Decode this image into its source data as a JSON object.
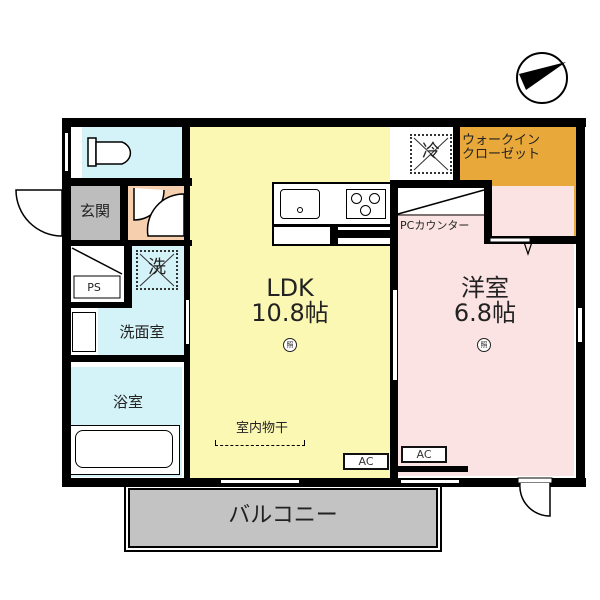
{
  "floorplan": {
    "compass": {
      "icon": "north-arrow-icon",
      "direction": "east-northeast"
    },
    "rooms": {
      "ldk": {
        "name": "LDK",
        "size": "10.8帖",
        "light_mark": "照"
      },
      "western_room": {
        "name": "洋室",
        "size": "6.8帖",
        "light_mark": "照"
      },
      "walk_in_closet": {
        "line1": "ウォークイン",
        "line2": "クローゼット"
      },
      "entrance": {
        "name": "玄関"
      },
      "washroom": {
        "name": "洗面室"
      },
      "bathroom": {
        "name": "浴室"
      },
      "balcony": {
        "name": "バルコニー"
      },
      "pipe_space": {
        "name": "PS"
      }
    },
    "fixtures": {
      "washer": "洗",
      "fridge": "冷",
      "pc_counter": "PCカウンター",
      "indoor_drying": "室内物干",
      "ac_ldk": "AC",
      "ac_western": "AC"
    },
    "colors": {
      "ldk": "#fbf8b4",
      "western_room": "#fbe3e3",
      "walk_in_closet": "#e8a83a",
      "wet_area": "#d4f3f8",
      "entrance": "#bdbdbd",
      "hall": "#f6cfae",
      "balcony": "#c3c3c3",
      "wall": "#000000"
    }
  }
}
